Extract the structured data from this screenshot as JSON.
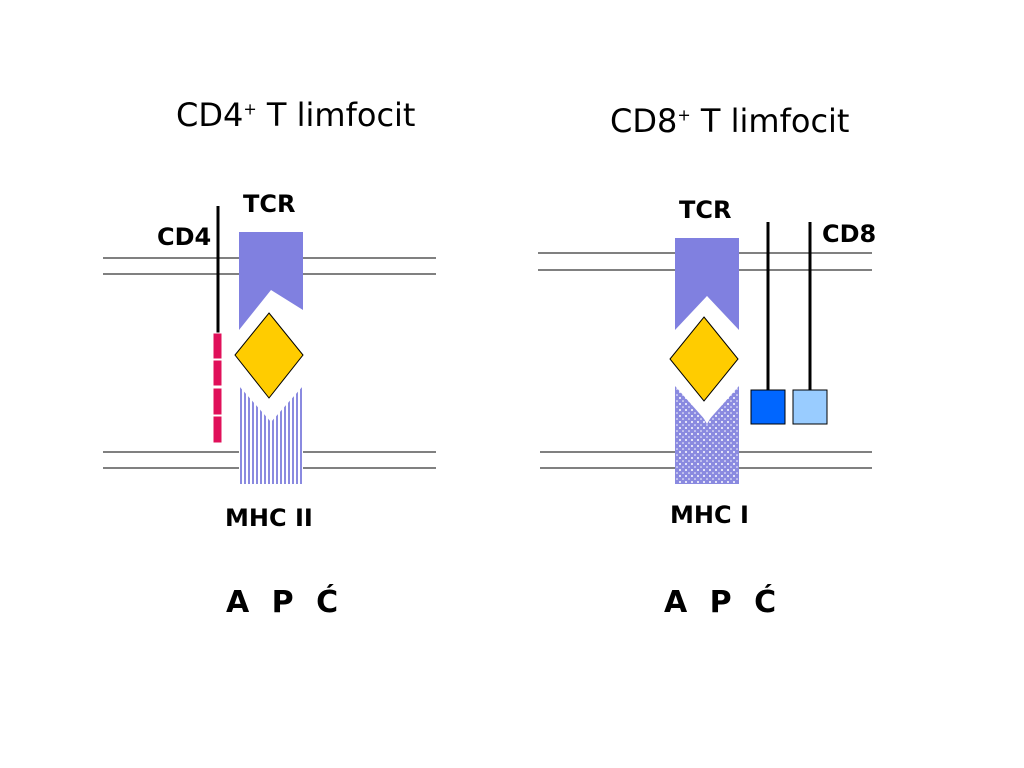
{
  "panels": [
    {
      "title_main": "CD4",
      "title_sup": "+",
      "title_rest": " T limfocit",
      "tcr_label": "TCR",
      "coreceptor_label": "CD4",
      "mhc_label": "MHC II",
      "cell_label": "A P Ć"
    },
    {
      "title_main": "CD8",
      "title_sup": "+",
      "title_rest": " T limfocit",
      "tcr_label": "TCR",
      "coreceptor_label": "CD8",
      "mhc_label": "MHC I",
      "cell_label": "A P Ć"
    }
  ],
  "colors": {
    "tcr": "#8080e0",
    "antigen": "#ffcc00",
    "cd4_domains": "#e0105a",
    "cd8_alpha": "#0066ff",
    "cd8_beta": "#99ccff",
    "membrane": "#000000"
  }
}
